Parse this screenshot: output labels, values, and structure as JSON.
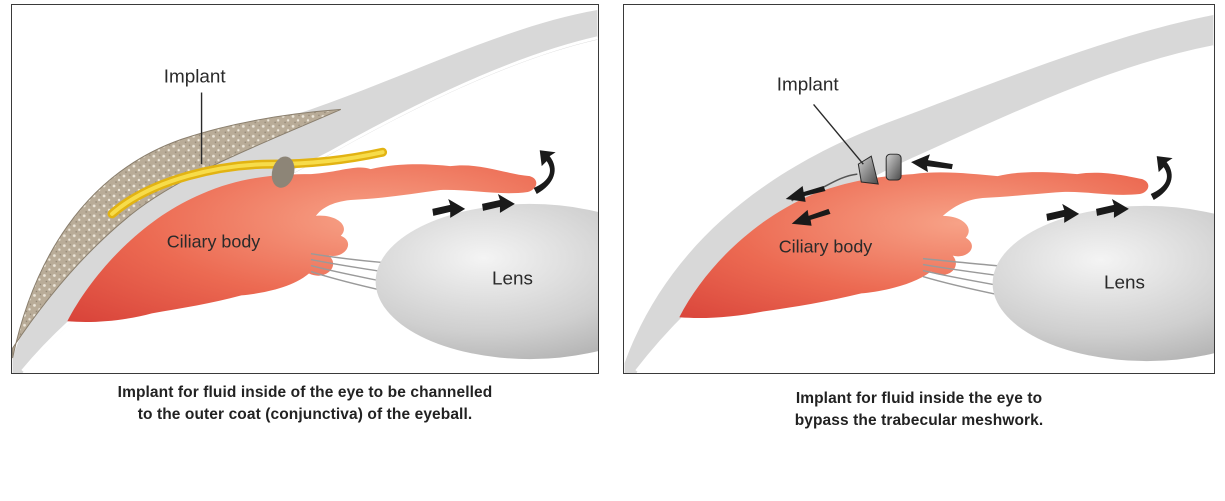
{
  "left_panel": {
    "implant_label": "Implant",
    "ciliary_label": "Ciliary body",
    "lens_label": "Lens",
    "caption_line1": "Implant for fluid inside of the eye to be channelled",
    "caption_line2": "to the outer coat (conjunctiva) of the eyeball."
  },
  "right_panel": {
    "implant_label": "Implant",
    "ciliary_label": "Ciliary body",
    "lens_label": "Lens",
    "caption_line1": "Implant for fluid inside the eye to",
    "caption_line2": "bypass the trabecular meshwork."
  },
  "colors": {
    "ciliary": "#e8604c",
    "sclera": "#d6d6d6",
    "lens": "#c9c9c9",
    "implant": "#f2c81e",
    "arrow": "#1a1a1a"
  },
  "icons": [
    "flow-arrow-icon",
    "curved-arrow-icon",
    "stent-icon"
  ]
}
